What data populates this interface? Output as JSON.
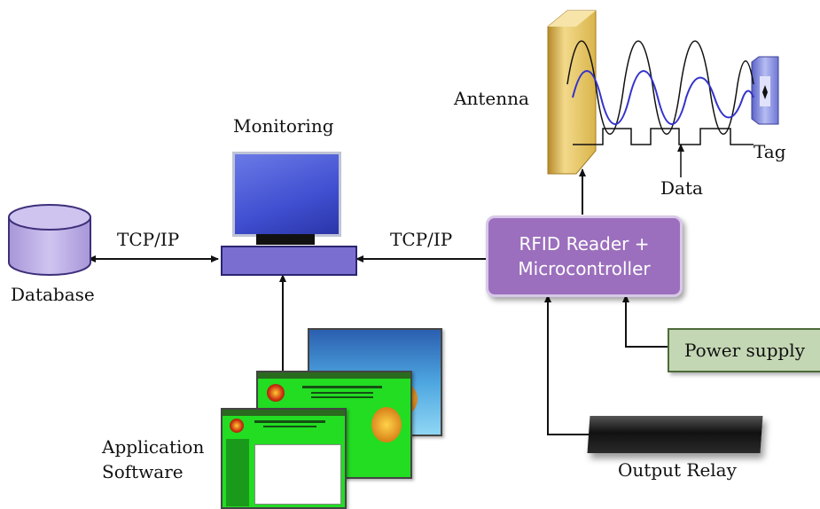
{
  "labels": {
    "antenna": "Antenna",
    "tag": "Tag",
    "data": "Data",
    "monitoring": "Monitoring",
    "tcpip_left": "TCP/IP",
    "tcpip_right": "TCP/IP",
    "database": "Database",
    "rfid_line1": "RFID Reader +",
    "rfid_line2": "Microcontroller",
    "power_supply": "Power supply",
    "output_relay": "Output Relay",
    "app_line1": "Application",
    "app_line2": "Software"
  },
  "colors": {
    "rfid_box": "#9b6fbd",
    "power_box": "#c4d7b4",
    "database": "#b7a7e0",
    "monitor_base": "#7a6fd0",
    "app_window": "#22dd22",
    "antenna": "#e8c96a",
    "signal_blue": "#3333cc"
  },
  "icons": [
    "database-cylinder-icon",
    "monitor-icon",
    "antenna-panel-icon",
    "tag-icon",
    "relay-bar-icon",
    "app-window-icon"
  ]
}
